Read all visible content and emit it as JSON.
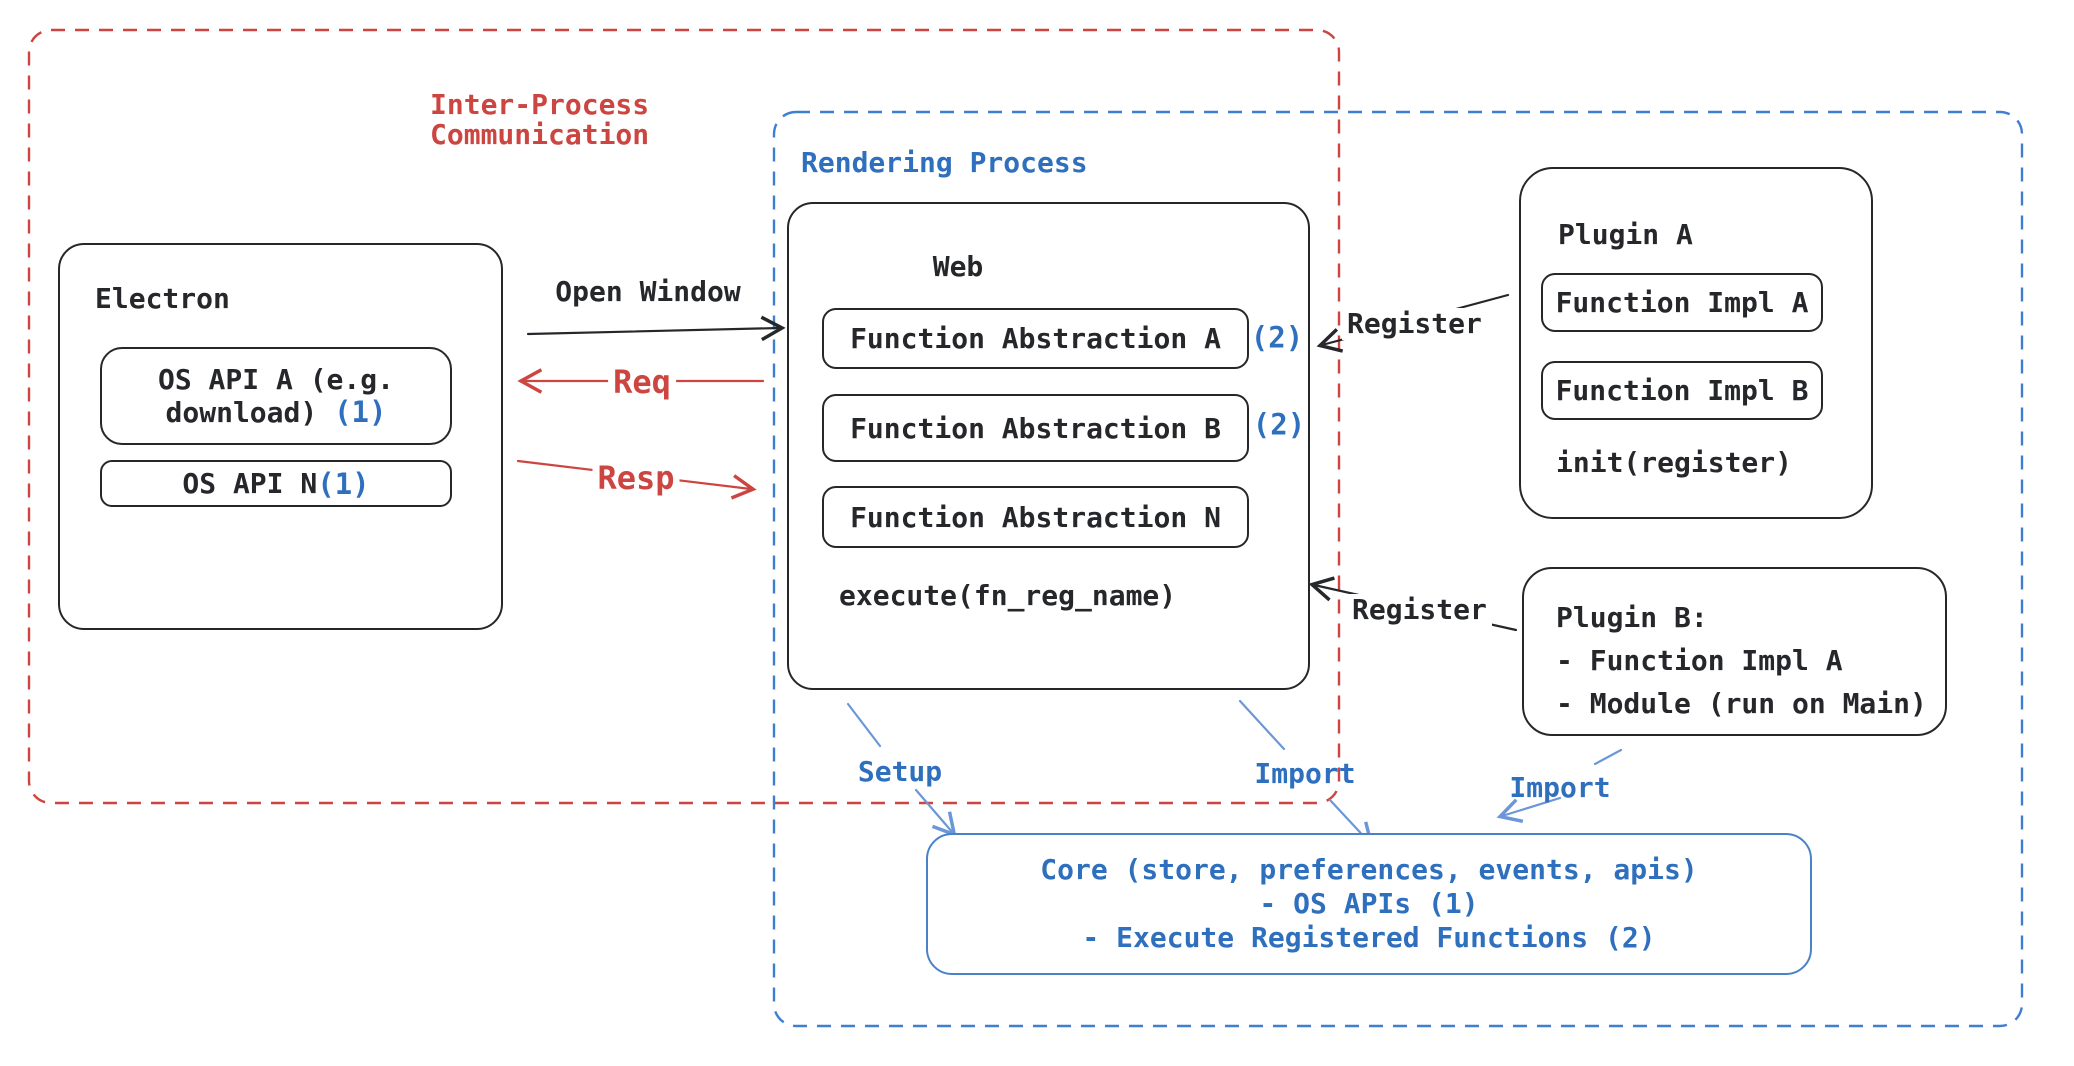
{
  "colors": {
    "ink": "#26272b",
    "red": "#cc4541",
    "blue_text": "#2e6fbe",
    "blue_border": "#3f7fd0",
    "blue_arrow": "#6b97d8",
    "core_border": "#4a82c8"
  },
  "ipc": {
    "line1": "Inter-Process",
    "line2": "Communication"
  },
  "rendering": {
    "label": "Rendering Process"
  },
  "electron": {
    "title": "Electron",
    "os_api_a": {
      "line1": "OS API A (e.g.",
      "line2": "download)",
      "badge": "(1)"
    },
    "os_api_n": {
      "label": "OS API N",
      "badge": "(1)"
    }
  },
  "web": {
    "title": "Web",
    "fn_a": {
      "label": "Function Abstraction A",
      "badge": "(2)"
    },
    "fn_b": {
      "label": "Function Abstraction B",
      "badge": "(2)"
    },
    "fn_n": {
      "label": "Function Abstraction N"
    },
    "execute": "execute(fn_reg_name)"
  },
  "plugin_a": {
    "title": "Plugin A",
    "impl_a": "Function Impl A",
    "impl_b": "Function Impl B",
    "init": "init(register)"
  },
  "plugin_b": {
    "title": "Plugin B:",
    "line1": "- Function Impl A",
    "line2": "- Module (run on Main)"
  },
  "core": {
    "lines": [
      "Core (store, preferences, events, apis)",
      "- OS APIs (1)",
      "- Execute Registered Functions (2)"
    ]
  },
  "arrows": {
    "open_window": "Open Window",
    "req": "Req",
    "resp": "Resp",
    "register_top": "Register",
    "register_bottom": "Register",
    "setup": "Setup",
    "import_left": "Import",
    "import_right": "Import"
  }
}
